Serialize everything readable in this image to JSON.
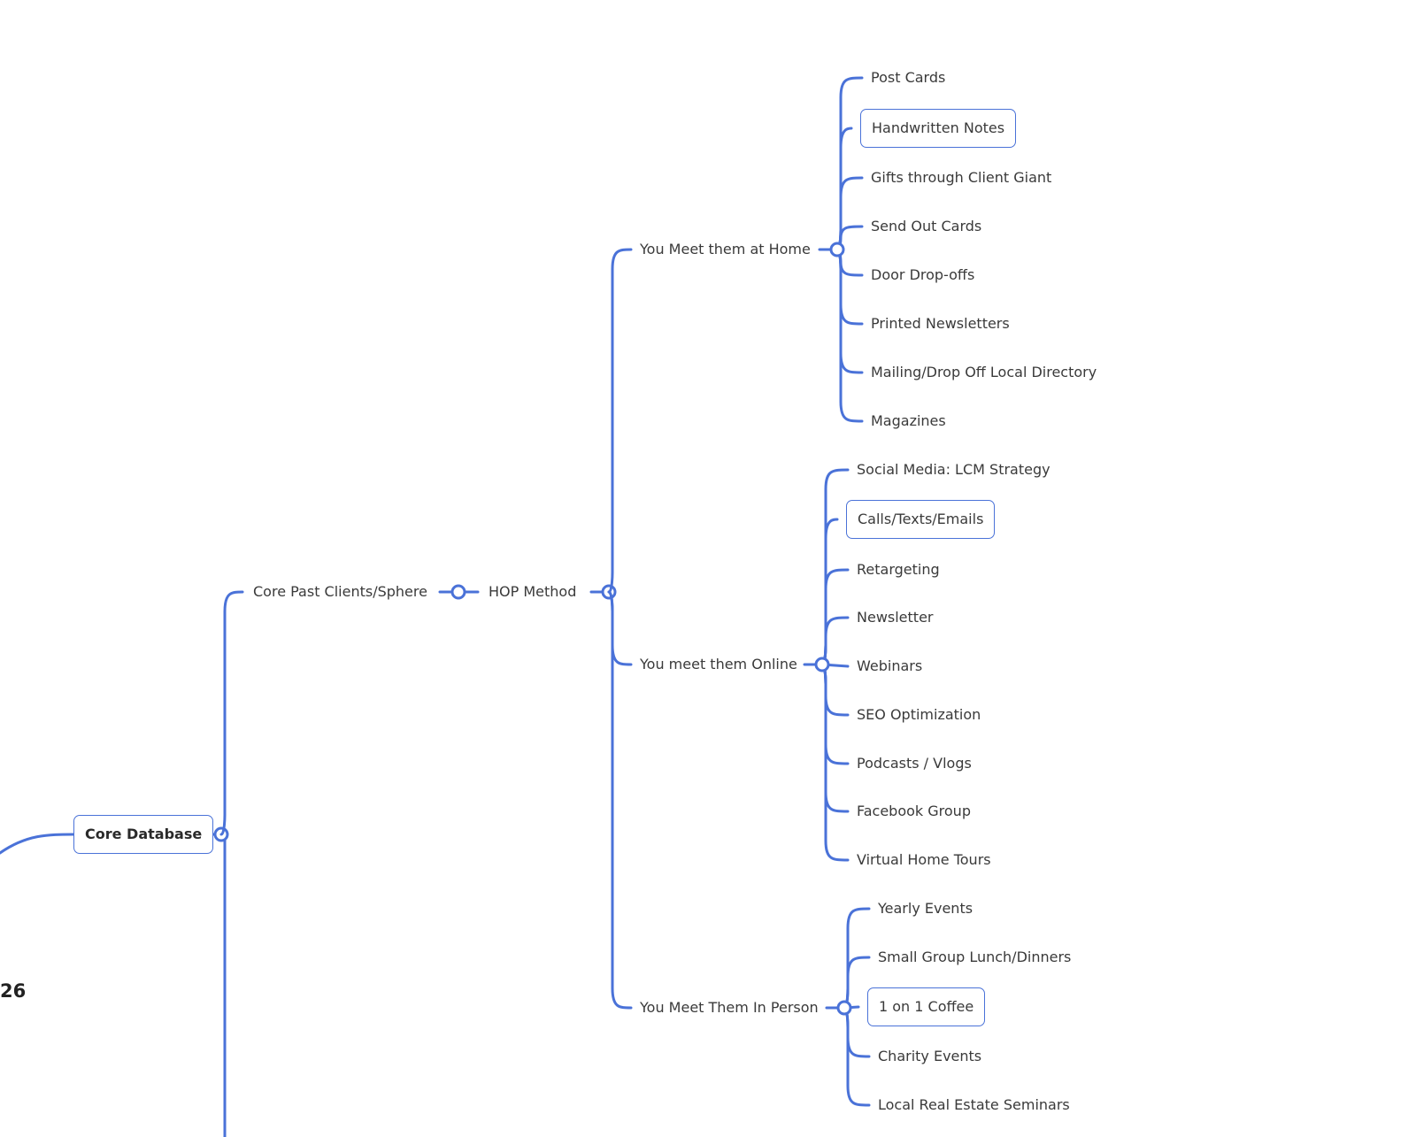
{
  "colors": {
    "line": "#4a72d8",
    "text": "#3a3a3a"
  },
  "edge_text": "26",
  "root": {
    "label": "Core Database",
    "child": {
      "label": "Core Past Clients/Sphere",
      "child": {
        "label": "HOP Method",
        "groups": [
          {
            "label": "You Meet them at Home",
            "items": [
              {
                "label": "Post Cards"
              },
              {
                "label": "Handwritten Notes",
                "boxed": true
              },
              {
                "label": "Gifts through Client Giant"
              },
              {
                "label": "Send Out Cards"
              },
              {
                "label": "Door Drop-offs"
              },
              {
                "label": "Printed Newsletters"
              },
              {
                "label": "Mailing/Drop Off Local Directory"
              },
              {
                "label": "Magazines"
              }
            ]
          },
          {
            "label": "You meet them Online",
            "items": [
              {
                "label": "Social Media: LCM Strategy"
              },
              {
                "label": "Calls/Texts/Emails",
                "boxed": true
              },
              {
                "label": "Retargeting"
              },
              {
                "label": "Newsletter"
              },
              {
                "label": "Webinars"
              },
              {
                "label": "SEO Optimization"
              },
              {
                "label": "Podcasts / Vlogs"
              },
              {
                "label": "Facebook Group"
              },
              {
                "label": "Virtual Home Tours"
              }
            ]
          },
          {
            "label": "You Meet Them In Person",
            "items": [
              {
                "label": "Yearly Events"
              },
              {
                "label": "Small Group Lunch/Dinners"
              },
              {
                "label": "1 on 1 Coffee",
                "boxed": true
              },
              {
                "label": "Charity Events"
              },
              {
                "label": "Local Real Estate Seminars"
              }
            ]
          }
        ]
      }
    }
  }
}
